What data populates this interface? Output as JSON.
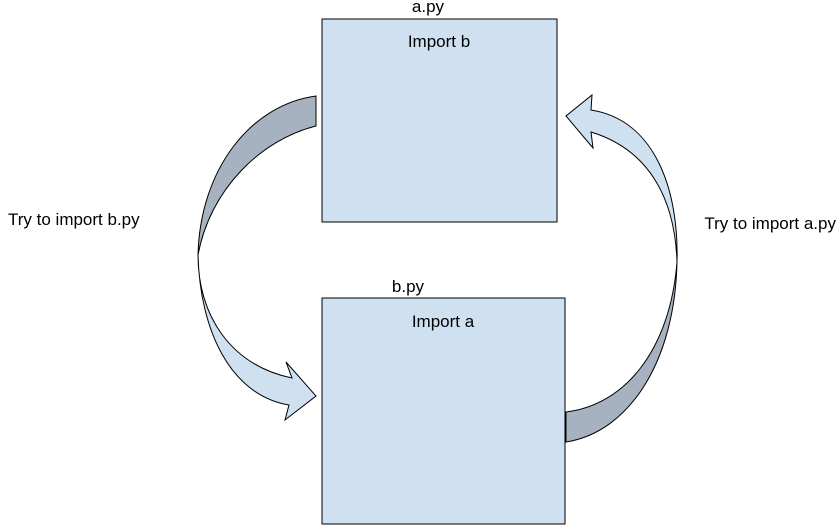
{
  "modules": [
    {
      "file_label": "a.py",
      "body_text": "Import b"
    },
    {
      "file_label": "b.py",
      "body_text": "Import a"
    }
  ],
  "arrows": [
    {
      "label": "Try to import b.py"
    },
    {
      "label": "Try to import a.py"
    }
  ],
  "colors": {
    "box_fill": "#cfe0f1",
    "box_stroke": "#000000",
    "arrow_dark": "#a6b2c0",
    "arrow_light": "#cfe0f1",
    "arrow_stroke": "#000000"
  }
}
